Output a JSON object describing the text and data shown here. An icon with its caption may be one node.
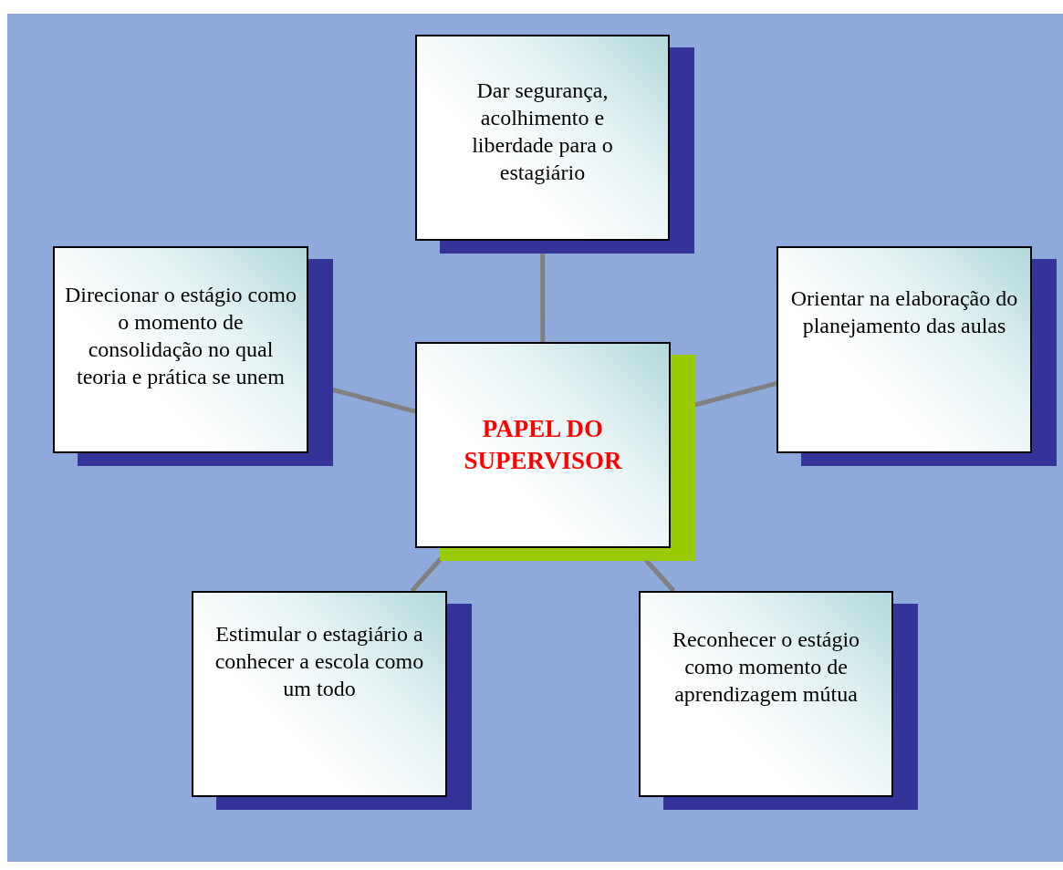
{
  "diagram": {
    "nodes": [
      {
        "text": [
          "PAPEL DO SUPERVISOR"
        ]
      },
      {
        "text": [
          "Dar segurança, acolhimento e liberdade para o estagiário"
        ]
      },
      {
        "text": [
          "Direcionar o estágio como o momento de consolidação no qual teoria e prática se unem"
        ]
      },
      {
        "text": [
          "Orientar na elaboração do planejamento das aulas"
        ]
      },
      {
        "text": [
          "Estimular o estagiário a conhecer a escola como um todo"
        ]
      },
      {
        "text": [
          "Reconhecer o estágio como momento de aprendizagem mútua"
        ]
      }
    ],
    "edges": [
      {
        "from": 0,
        "to": 1,
        "arrow": "none"
      },
      {
        "from": 0,
        "to": 2,
        "arrow": "none"
      },
      {
        "from": 0,
        "to": 3,
        "arrow": "none"
      },
      {
        "from": 0,
        "to": 4,
        "arrow": "none"
      },
      {
        "from": 0,
        "to": 5,
        "arrow": "none"
      }
    ]
  }
}
